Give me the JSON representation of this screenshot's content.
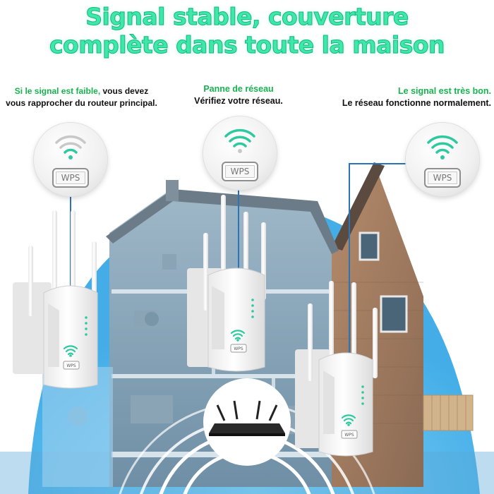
{
  "headline": {
    "line1": "Signal stable, couverture",
    "line2": "complète dans toute la maison"
  },
  "captions": {
    "left": {
      "green": "Si le signal est faible,",
      "dark1": " vous devez",
      "dark2": "vous rapprocher du routeur principal."
    },
    "middle": {
      "green": "Panne de réseau",
      "dark": "Vérifiez votre réseau."
    },
    "right": {
      "green": "Le signal est très bon.",
      "dark": "Le réseau fonctionne normalement."
    }
  },
  "devices": {
    "bubble_button_label": "WPS",
    "device_button_label": "WPS"
  },
  "colors": {
    "accent_green": "#3fe7a8",
    "signal_teal": "#2ec9a0",
    "signal_weak_gray": "#bdbdbd",
    "coverage_blue": "#49b8ec",
    "link_line_blue": "#2a74b8"
  },
  "icons": [
    "wifi-icon",
    "wps-button",
    "router-icon",
    "extender-device"
  ]
}
